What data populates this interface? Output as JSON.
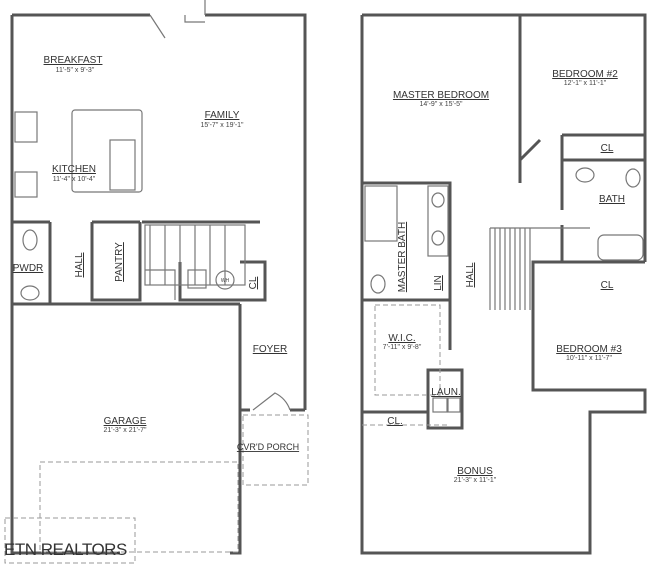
{
  "first_floor": {
    "rooms": [
      {
        "name": "BREAKFAST",
        "dims": "11'-5\" x 9'-3\""
      },
      {
        "name": "FAMILY",
        "dims": "15'-7\" x 19'-1\""
      },
      {
        "name": "KITCHEN",
        "dims": "11'-4\" x 10'-4\""
      },
      {
        "name": "PWDR"
      },
      {
        "name": "HALL"
      },
      {
        "name": "PANTRY"
      },
      {
        "name": "CL"
      },
      {
        "name": "FOYER"
      },
      {
        "name": "GARAGE",
        "dims": "21'-3\" x 21'-7\""
      },
      {
        "name": "CVR'D PORCH"
      },
      {
        "name": "WH"
      }
    ]
  },
  "second_floor": {
    "rooms": [
      {
        "name": "MASTER BEDROOM",
        "dims": "14'-9\" x 15'-5\""
      },
      {
        "name": "BEDROOM #2",
        "dims": "12'-1\" x 11'-1\""
      },
      {
        "name": "CL"
      },
      {
        "name": "BATH"
      },
      {
        "name": "MASTER BATH"
      },
      {
        "name": "LIN"
      },
      {
        "name": "HALL"
      },
      {
        "name": "CL"
      },
      {
        "name": "BEDROOM #3",
        "dims": "10'-11\" x 11'-7\""
      },
      {
        "name": "W.I.C.",
        "dims": "7'-11\" x 9'-8\""
      },
      {
        "name": "LAUN."
      },
      {
        "name": "CL."
      },
      {
        "name": "BONUS",
        "dims": "21'-3\" x 11'-1\""
      }
    ]
  },
  "watermark": "ETN REALTORS"
}
